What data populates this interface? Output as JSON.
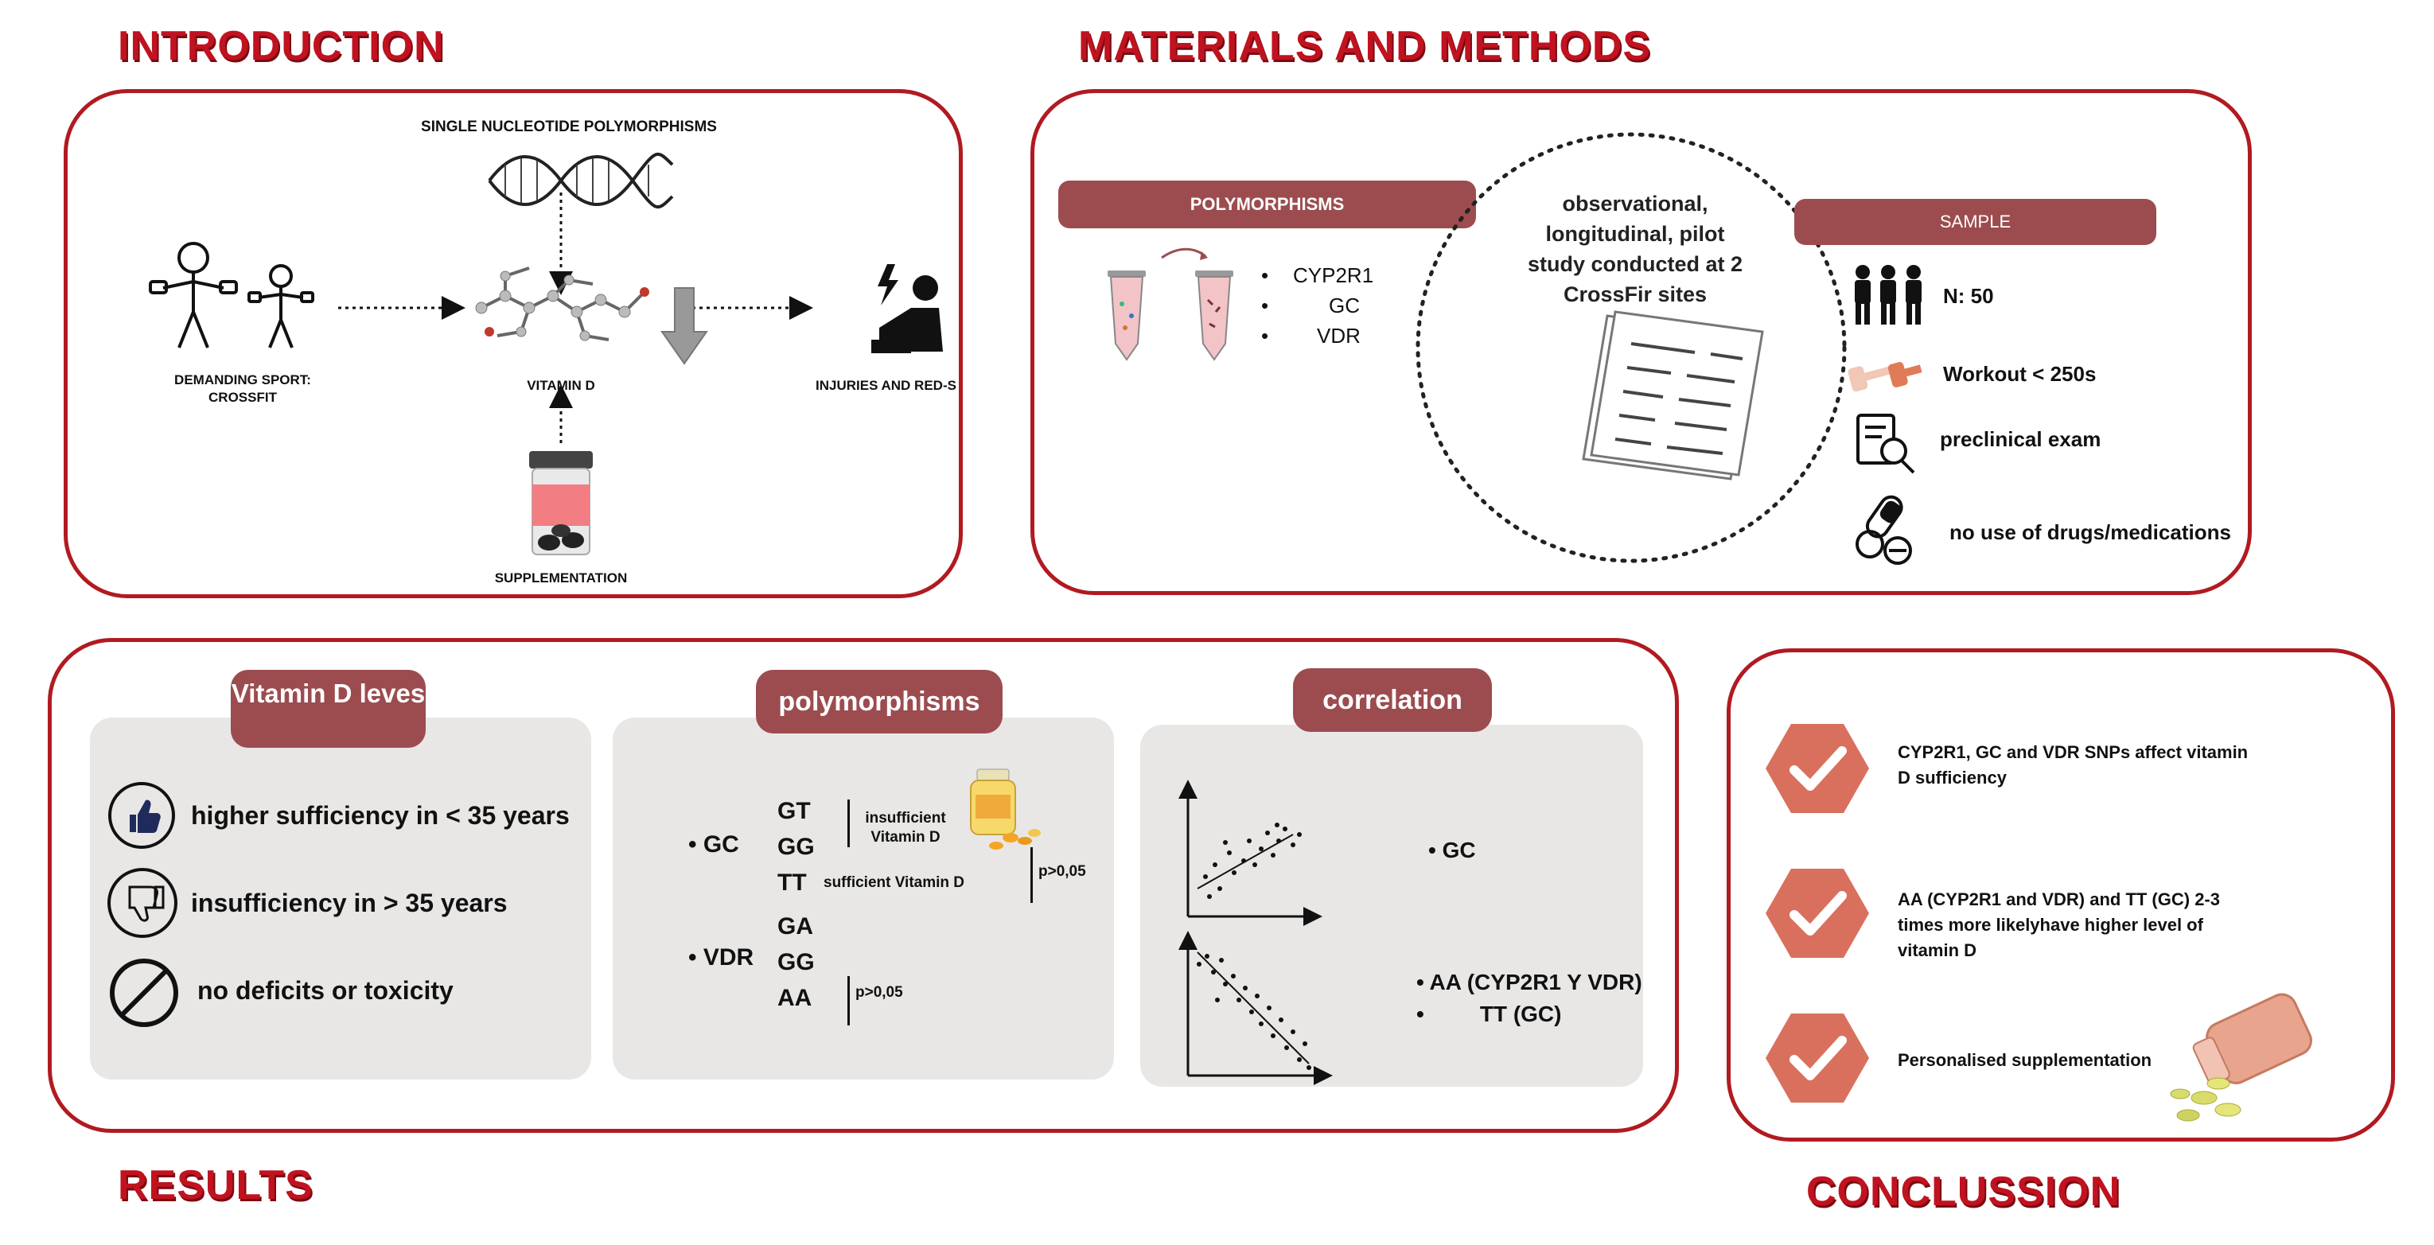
{
  "sections": {
    "introduction": "INTRODUCTION",
    "materials": "MATERIALS AND METHODS",
    "results": "RESULTS",
    "conclusion": "CONCLUSSION"
  },
  "intro": {
    "snp_label": "SINGLE NUCLEOTIDE POLYMORPHISMS",
    "sport_label": "DEMANDING SPORT: CROSSFIT",
    "vitd_label": "VITAMIN D",
    "injuries_label": "INJURIES AND RED-S",
    "supplementation_label": "SUPPLEMENTATION"
  },
  "methods": {
    "polymorphisms_pill": "POLYMORPHISMS",
    "genes": [
      "CYP2R1",
      "GC",
      "VDR"
    ],
    "study_text": "observational, longitudinal, pilot study conducted at 2 CrossFir sites",
    "sample_pill": "SAMPLE",
    "sample_items": [
      {
        "icon": "people-icon",
        "text": "N: 50"
      },
      {
        "icon": "dumbbell-icon",
        "text": "Workout < 250s"
      },
      {
        "icon": "exam-search-icon",
        "text": "preclinical exam"
      },
      {
        "icon": "pills-icon",
        "text": "no use of drugs/medications"
      }
    ]
  },
  "results": {
    "vitd_pill": "Vitamin D leves",
    "vitd_items": [
      {
        "icon": "thumbs-up-icon",
        "text": "higher sufficiency in < 35 years"
      },
      {
        "icon": "thumbs-down-icon",
        "text": "insufficiency in > 35 years"
      },
      {
        "icon": "prohibited-icon",
        "text": "no deficits or toxicity"
      }
    ],
    "poly_pill": "polymorphisms",
    "gc_label": "GC",
    "gc_genotypes": [
      "GT",
      "GG",
      "TT"
    ],
    "gc_insufficient": "insufficient Vitamin D",
    "gc_sufficient": "sufficient Vitamin D",
    "gc_p": "p>0,05",
    "vdr_label": "VDR",
    "vdr_genotypes": [
      "GA",
      "GG",
      "AA"
    ],
    "vdr_p": "p>0,05",
    "corr_pill": "correlation",
    "corr_top": "GC",
    "corr_bottom_1": "AA (CYP2R1 Y VDR)",
    "corr_bottom_2": "TT (GC)"
  },
  "conclusion": {
    "items": [
      "CYP2R1, GC and VDR SNPs affect vitamin D sufficiency",
      "AA (CYP2R1 and VDR) and TT (GC) 2-3 times more likelyhave higher level of vitamin D",
      "Personalised supplementation"
    ]
  },
  "colors": {
    "accent_red": "#b11a21",
    "title_red": "#c1121f",
    "pill": "#9c4c4f",
    "check_hex": "#d9705e",
    "grey_box": "#e8e7e6"
  }
}
